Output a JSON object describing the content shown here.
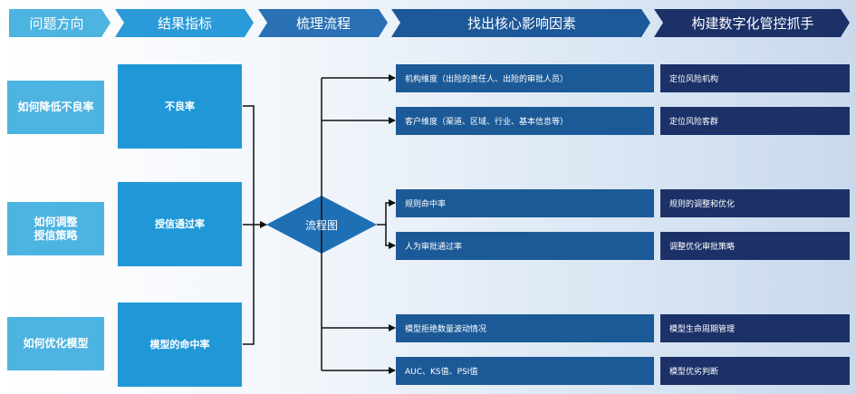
{
  "header": {
    "steps": [
      {
        "label": "问题方向"
      },
      {
        "label": "结果指标"
      },
      {
        "label": "梳理流程"
      },
      {
        "label": "找出核心影响因素"
      },
      {
        "label": "构建数字化管控抓手"
      }
    ]
  },
  "questions": [
    {
      "label": "如何降低不良率"
    },
    {
      "label": "如何调整\n授信策略"
    },
    {
      "label": "如何优化模型"
    }
  ],
  "results": [
    {
      "label": "不良率"
    },
    {
      "label": "授信通过率"
    },
    {
      "label": "模型的命中率"
    }
  ],
  "flow": {
    "label": "流程图"
  },
  "factors": [
    {
      "label": "机构维度（出险的责任人、出险的审批人员）"
    },
    {
      "label": "客户维度（渠道、区域、行业、基本信息等）"
    },
    {
      "label": "规则命中率"
    },
    {
      "label": "人为审批通过率"
    },
    {
      "label": "模型拒绝数量波动情况"
    },
    {
      "label": "AUC、KS值、PSI值"
    }
  ],
  "actions": [
    {
      "label": "定位风险机构"
    },
    {
      "label": "定位风险客群"
    },
    {
      "label": "规则的调整和优化"
    },
    {
      "label": "调整优化审批策略"
    },
    {
      "label": "模型生命周期管理"
    },
    {
      "label": "模型优劣判断"
    }
  ],
  "colors": {
    "step1": "#4db3e1",
    "step2": "#2a9ad8",
    "step3": "#2a70b5",
    "step4": "#1d5899",
    "step5": "#1b3168",
    "factor": "#1c5a97",
    "action": "#1b3168"
  }
}
